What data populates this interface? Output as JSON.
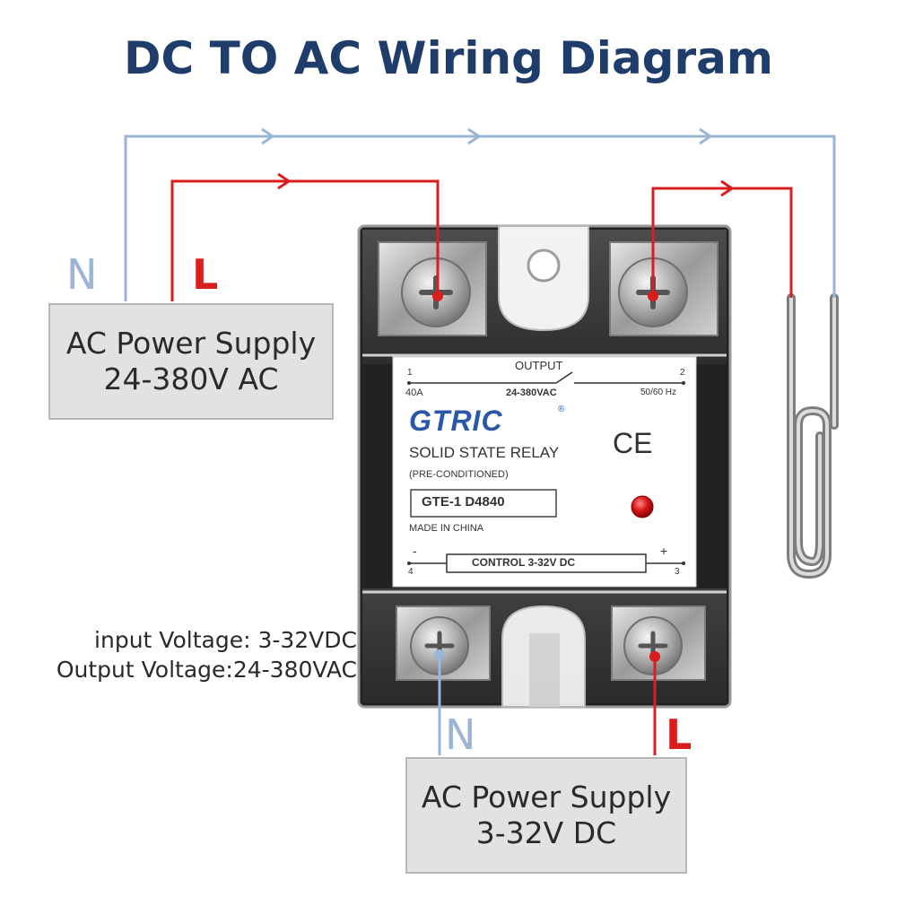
{
  "title": "DC TO AC Wiring Diagram",
  "wire_labels": {
    "top_n": "N",
    "top_l": "L",
    "bottom_n": "N",
    "bottom_l": "L"
  },
  "ac_supply": {
    "line1": "AC Power Supply",
    "line2": "24-380V AC"
  },
  "dc_supply": {
    "line1": "AC Power Supply",
    "line2": "3-32V DC"
  },
  "specs": {
    "input": "input Voltage: 3-32VDC",
    "output": "Output Voltage:24-380VAC"
  },
  "relay_label": {
    "output": "OUTPUT",
    "terminal_1": "1",
    "terminal_2": "2",
    "current": "40A",
    "voltage": "24-380VAC",
    "frequency": "50/60 Hz",
    "brand": "GTRIC",
    "brand_mark": "®",
    "product": "SOLID STATE RELAY",
    "subtitle": "(PRE-CONDITIONED)",
    "model": "GTE-1 D4840",
    "origin": "MADE IN CHINA",
    "ce": "CE",
    "minus": "-",
    "plus": "+",
    "terminal_4": "4",
    "terminal_3": "3",
    "control": "CONTROL 3-32V DC"
  },
  "colors": {
    "neutral_wire": "#9bb5d6",
    "live_wire": "#d81e1e",
    "title": "#1f3d6a",
    "brand": "#2a57a8",
    "led": "#cc1111"
  },
  "icons": [
    "terminal-screw-icon",
    "heating-element-icon",
    "led-indicator-icon",
    "ce-mark-icon",
    "arrow-right-icon"
  ]
}
